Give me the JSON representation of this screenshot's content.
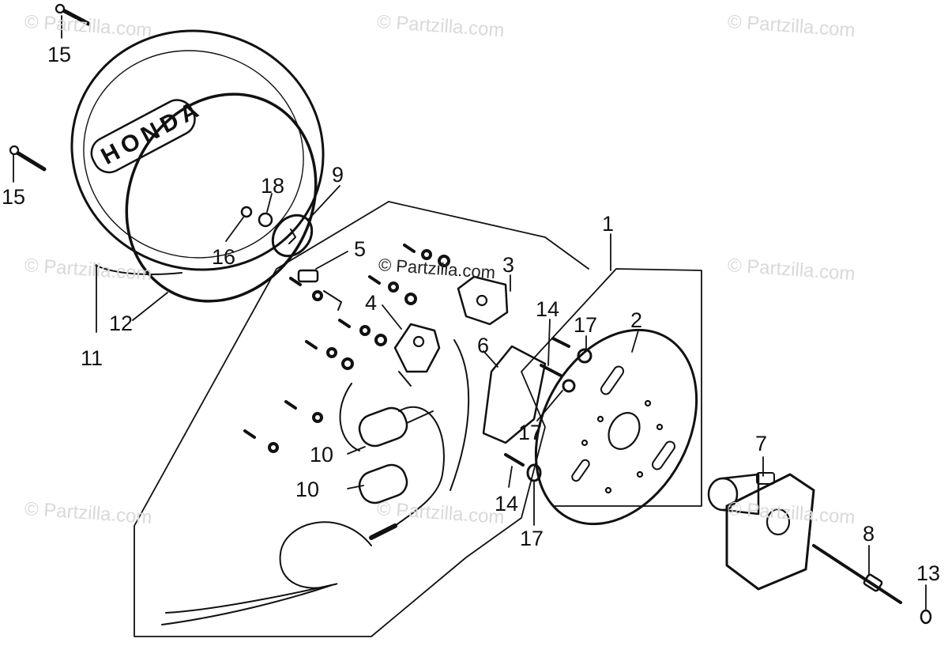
{
  "watermark": "© Partzilla.com",
  "labels": {
    "p1": "1",
    "p2": "2",
    "p3": "3",
    "p4": "4",
    "p5": "5",
    "p6": "6",
    "p7": "7",
    "p8": "8",
    "p9": "9",
    "p10a": "10",
    "p10b": "10",
    "p11": "11",
    "p12": "12",
    "p13": "13",
    "p14a": "14",
    "p14b": "14",
    "p15a": "15",
    "p15b": "15",
    "p16": "16",
    "p17a": "17",
    "p17b": "17",
    "p17c": "17",
    "p18": "18"
  },
  "cover_emblem": "HONDA",
  "colors": {
    "line": "#111111",
    "watermark": "#d9d9d9",
    "background": "#ffffff"
  }
}
